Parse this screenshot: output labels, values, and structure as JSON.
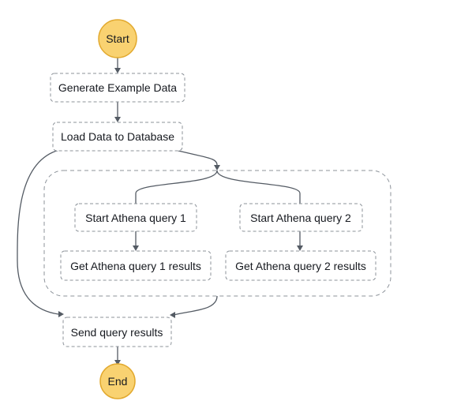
{
  "workflow": {
    "start_label": "Start",
    "end_label": "End",
    "states": {
      "generate": "Generate Example Data",
      "load": "Load Data to Database",
      "start_q1": "Start Athena query 1",
      "start_q2": "Start Athena query 2",
      "get_q1": "Get Athena query 1 results",
      "get_q2": "Get Athena query 2 results",
      "send": "Send query results"
    }
  },
  "colors": {
    "terminal_fill": "#f9d271",
    "terminal_stroke": "#e2a92e",
    "edge": "#545b64",
    "box_border": "#8d939a",
    "text": "#16191f"
  }
}
